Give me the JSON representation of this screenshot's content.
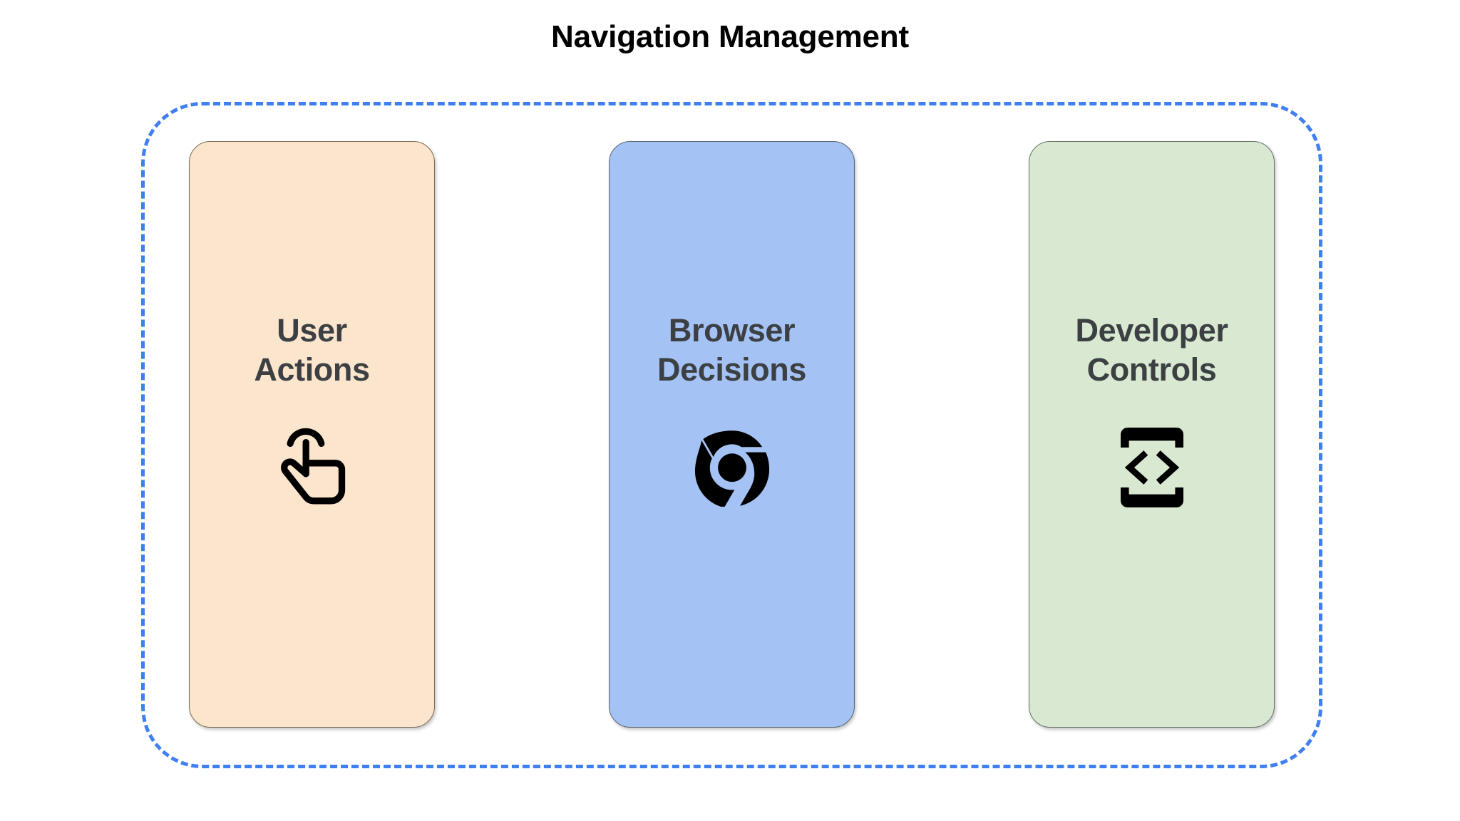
{
  "page": {
    "title": "Navigation Management",
    "background_color": "#FFFFFF",
    "title_color": "#000000"
  },
  "group_container": {
    "name": "navigation-management-group",
    "border_style": "dashed",
    "border_color": "#3F7FF0"
  },
  "cards": [
    {
      "id": "user-actions",
      "label_line1": "User",
      "label_line2": "Actions",
      "icon": "touch-app-icon",
      "background_color": "#FCE5CD",
      "text_color": "#3C4043",
      "icon_color": "#000000"
    },
    {
      "id": "browser-decisions",
      "label_line1": "Browser",
      "label_line2": "Decisions",
      "icon": "chrome-logo-icon",
      "background_color": "#A4C2F4",
      "text_color": "#3C4043",
      "icon_color": "#000000"
    },
    {
      "id": "developer-controls",
      "label_line1": "Developer",
      "label_line2": "Controls",
      "icon": "developer-mode-icon",
      "background_color": "#D9E8D1",
      "text_color": "#3C4043",
      "icon_color": "#000000"
    }
  ]
}
